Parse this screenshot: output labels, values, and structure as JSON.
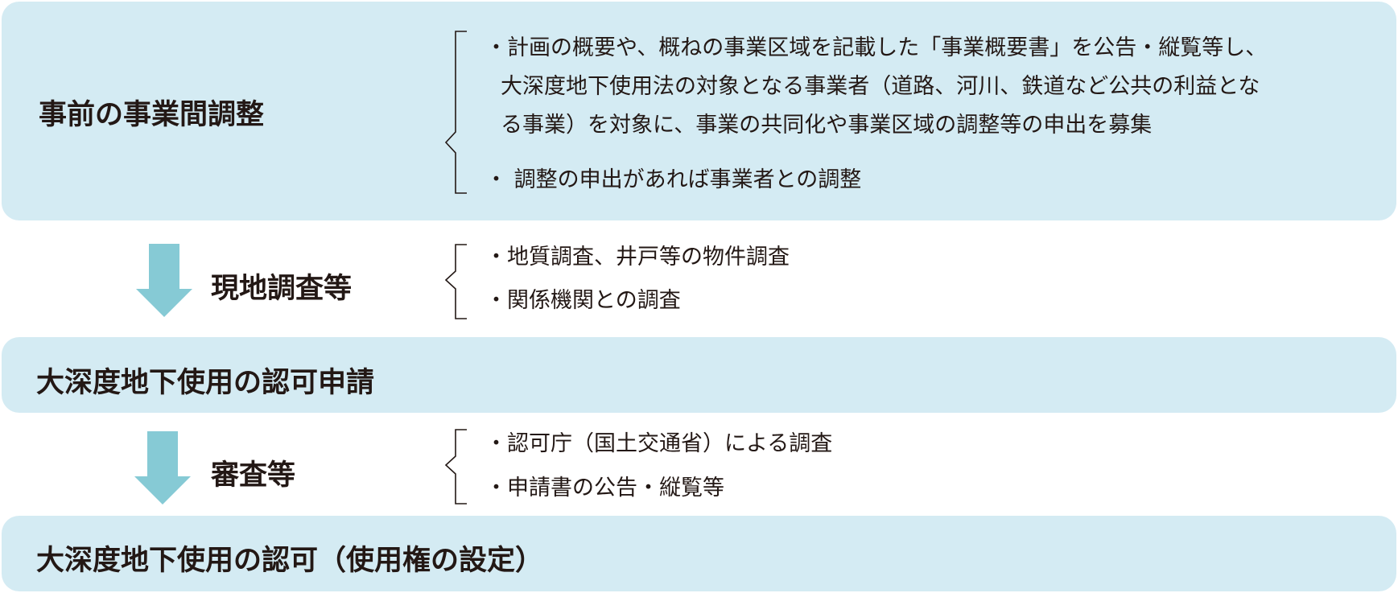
{
  "colors": {
    "box_fill": "#d4ebf3",
    "arrow_fill": "#86cad5",
    "text": "#231815",
    "brace": "#231815"
  },
  "stages": [
    {
      "title": "事前の事業間調整",
      "notes": [
        "・計画の概要や、概ねの事業区域を記載した「事業概要書」を公告・縦覧等し、",
        "大深度地下使用法の対象となる事業者（道路、河川、鉄道など公共の利益とな",
        "る事業）を対象に、事業の共同化や事業区域の調整等の申出を募集",
        "・ 調整の申出があれば事業者との調整"
      ]
    },
    {
      "title": "大深度地下使用の認可申請"
    },
    {
      "title": "大深度地下使用の認可（使用権の設定）"
    }
  ],
  "transitions": [
    {
      "title": "現地調査等",
      "arrow_icon": "down-arrow-icon",
      "notes": [
        "・地質調査、井戸等の物件調査",
        "・関係機関との調査"
      ]
    },
    {
      "title": "審査等",
      "arrow_icon": "down-arrow-icon",
      "notes": [
        "・認可庁（国土交通省）による調査",
        "・申請書の公告・縦覧等"
      ]
    }
  ]
}
